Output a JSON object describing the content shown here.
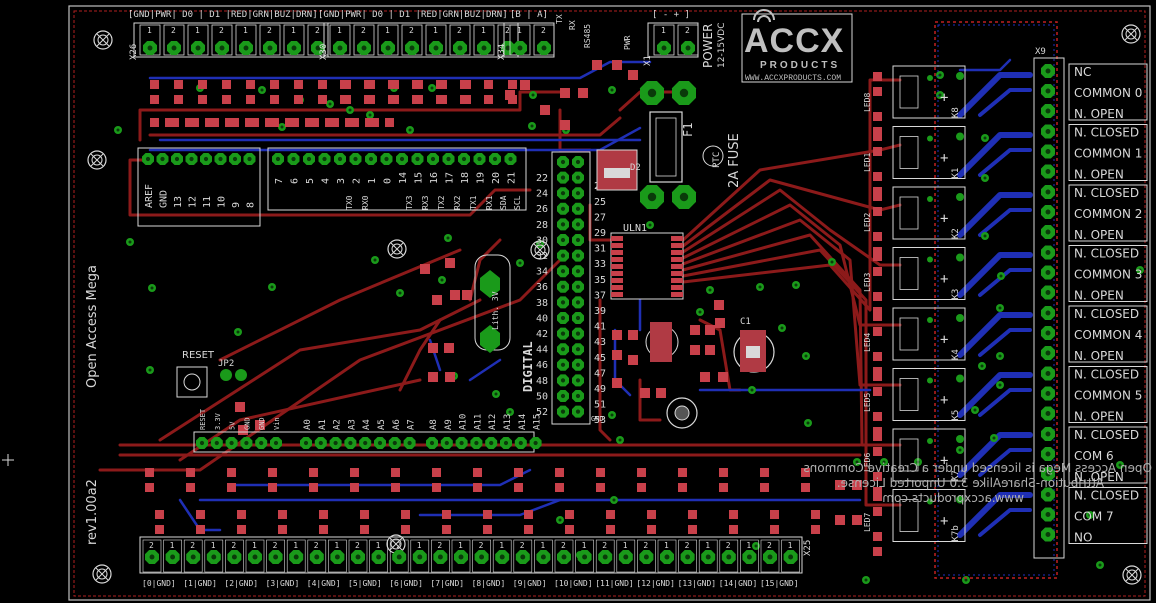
{
  "board": {
    "name": "Open Access Mega",
    "revision": "rev1.00a2",
    "reset_label": "RESET",
    "jp2_label": "JP2",
    "uln_label": "ULN1",
    "fuse_label": "2A FUSE",
    "power_label": "POWER",
    "power_voltage": "12-15VDC",
    "f1_label": "F1",
    "c1_label": "C1",
    "lithium_label": "Lith. 3V",
    "digital_label": "DIGITAL",
    "x9_label": "X9",
    "x25_label": "X25"
  },
  "logo": {
    "main": "ACCX",
    "sub": "PRODUCTS",
    "url": "WWW.ACCXPRODUCTS.COM"
  },
  "top_headers": [
    {
      "id": "X26",
      "legend": "[GND|PWR| D0 | D1 |RED|GRN|BUZ|DRN]"
    },
    {
      "id": "X30",
      "legend": "[GND|PWR| D0 | D1 |RED|GRN|BUZ|DRN]"
    },
    {
      "id": "X34",
      "legend": "[B | A]"
    },
    {
      "id": "X1",
      "legend": "[ -    + ]"
    }
  ],
  "top_small_labels": [
    "TX",
    "RX",
    "RS485",
    "PWR"
  ],
  "arduino_left_labels": [
    "AREF",
    "GND",
    "13",
    "12",
    "11",
    "10",
    "9",
    "8"
  ],
  "arduino_mid_labels": [
    "7",
    "6",
    "5",
    "4",
    "3",
    "2",
    "1",
    "0",
    "14",
    "15",
    "16",
    "17",
    "18",
    "19",
    "20",
    "21"
  ],
  "arduino_mid_sub": [
    "TX0",
    "RX0",
    "TX3",
    "RX3",
    "TX2",
    "RX2",
    "TX1",
    "RX1",
    "SDA",
    "SCL"
  ],
  "digital_left": [
    "22",
    "24",
    "26",
    "28",
    "30",
    "32",
    "34",
    "36",
    "38",
    "40",
    "42",
    "44",
    "46",
    "48",
    "50",
    "52"
  ],
  "digital_right": [
    "23",
    "25",
    "27",
    "29",
    "31",
    "33",
    "35",
    "37",
    "39",
    "41",
    "43",
    "45",
    "47",
    "49",
    "51",
    "53"
  ],
  "digital_bottom": [
    "GND"
  ],
  "power_header_labels": [
    "RESET",
    "3.3V",
    "5V",
    "GND",
    "GND",
    "Vin"
  ],
  "analog_labels_1": [
    "A0",
    "A1",
    "A2",
    "A3",
    "A4",
    "A5",
    "A6",
    "A7"
  ],
  "analog_labels_2": [
    "A8",
    "A9",
    "A10",
    "A11",
    "A12",
    "A13",
    "A14",
    "A15"
  ],
  "relays": [
    {
      "id": "K8",
      "led": "LED8",
      "labels": [
        "NC",
        "COMMON 0",
        "N. OPEN"
      ]
    },
    {
      "id": "K1",
      "led": "LED1",
      "labels": [
        "N. CLOSED",
        "COMMON 1",
        "N. OPEN"
      ]
    },
    {
      "id": "K2",
      "led": "LED2",
      "labels": [
        "N. CLOSED",
        "COMMON 2",
        "N. OPEN"
      ]
    },
    {
      "id": "K3",
      "led": "LED3",
      "labels": [
        "N. CLOSED",
        "COMMON 3",
        "N. OPEN"
      ]
    },
    {
      "id": "K4",
      "led": "LED4",
      "labels": [
        "N. CLOSED",
        "COMMON 4",
        "N. OPEN"
      ]
    },
    {
      "id": "K5",
      "led": "LED5",
      "labels": [
        "N. CLOSED",
        "COMMON 5",
        "N. OPEN"
      ]
    },
    {
      "id": "K7",
      "led": "LED6",
      "labels": [
        "N. CLOSED",
        "COM 6",
        "N. OPEN"
      ]
    },
    {
      "id": "K7b",
      "led": "LED7",
      "labels": [
        "N. CLOSED",
        "COM 7",
        "NO"
      ]
    }
  ],
  "bottom_legend": [
    "[0|GND]",
    "[1|GND]",
    "[2|GND]",
    "[3|GND]",
    "[4|GND]",
    "[5|GND]",
    "[6|GND]",
    "[7|GND]",
    "[8|GND]",
    "[9|GND]",
    "[10|GND]",
    "[11|GND]",
    "[12|GND]",
    "[13|GND]",
    "[14|GND]",
    "[15|GND]"
  ],
  "license_text": [
    "Open Access Mega is licensed under a Creative Commons",
    "Attribution-ShareAlike 3.0 Unported License.",
    "www.accxproducts.com"
  ],
  "colors": {
    "trace_red": "#8c1a1a",
    "trace_blue": "#1f2fb5",
    "pad_green": "#1a9a1a",
    "silk": "#d9d9d9",
    "outline_red": "#c02020",
    "pad_red": "#c8404a"
  }
}
